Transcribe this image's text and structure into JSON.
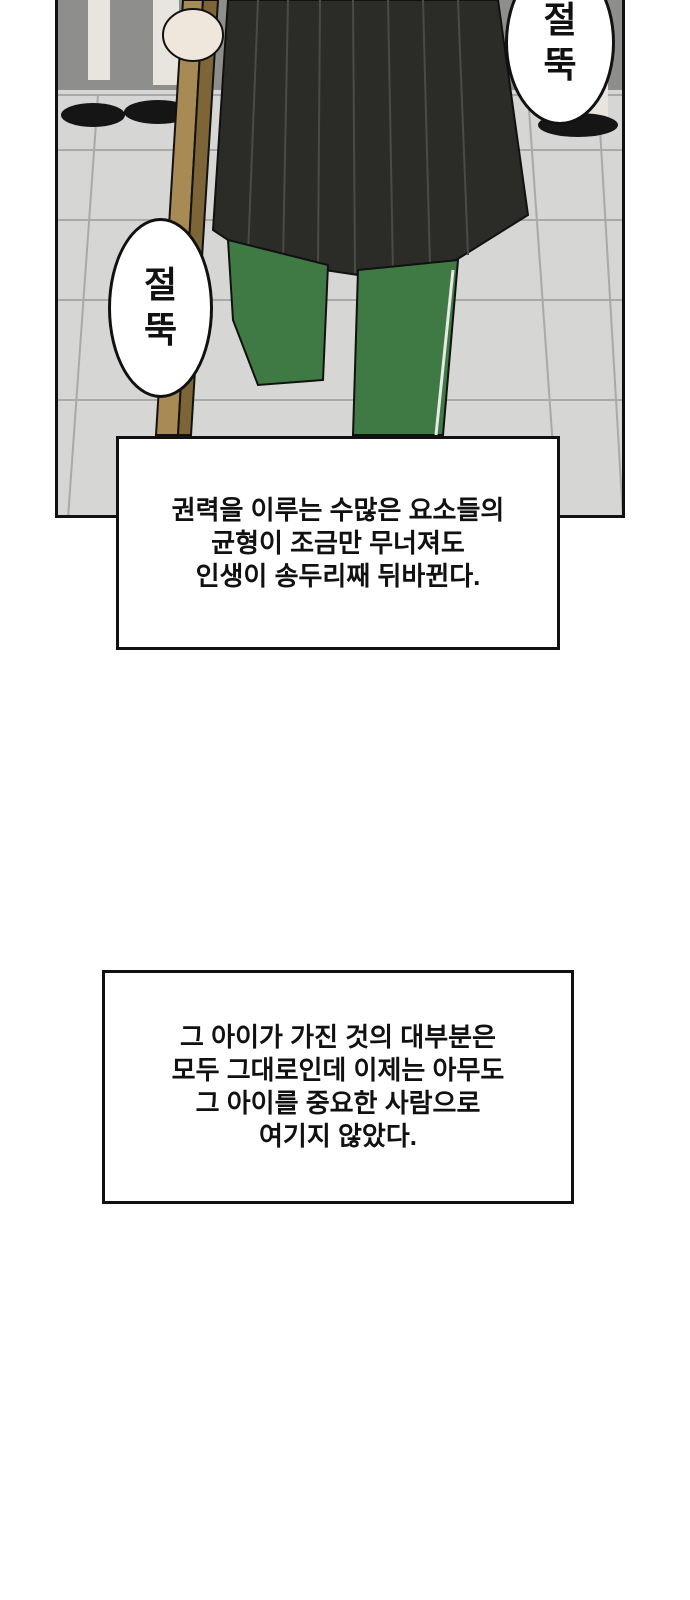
{
  "panel": {
    "sfx_top": "절\n뚝",
    "sfx_left": "절\n뚝"
  },
  "captions": [
    {
      "text": "권력을 이루는 수많은 요소들의\n균형이 조금만 무너져도\n인생이 송두리째 뒤바뀐다."
    },
    {
      "text": "그 아이가 가진 것의 대부분은\n모두 그대로인데 이제는 아무도\n그 아이를 중요한 사람으로\n여기지 않았다."
    }
  ],
  "colors": {
    "skirt": "#2b2b28",
    "pants": "#3f7a45",
    "crutch": "#a88a55",
    "floor": "#d4d4d2",
    "ink": "#111111"
  }
}
